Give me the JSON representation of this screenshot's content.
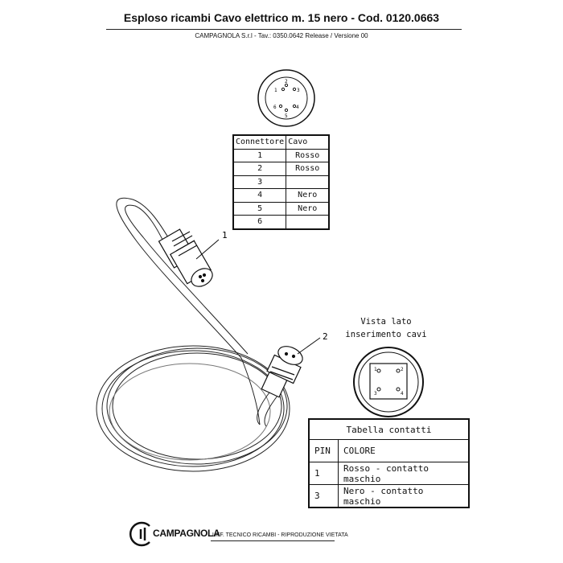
{
  "header": {
    "title": "Esploso ricambi Cavo elettrico m. 15 nero - Cod. 0120.0663",
    "subtitle": "CAMPAGNOLA S.r.l - Tav.: 0350.0642 Release / Versione 00"
  },
  "connector_face": {
    "pins": [
      "1",
      "2",
      "3",
      "4",
      "5",
      "6"
    ]
  },
  "connector_table": {
    "headers": [
      "Connettore",
      "Cavo"
    ],
    "rows": [
      [
        "1",
        "Rosso"
      ],
      [
        "2",
        "Rosso"
      ],
      [
        "3",
        ""
      ],
      [
        "4",
        "Nero"
      ],
      [
        "5",
        "Nero"
      ],
      [
        "6",
        ""
      ]
    ]
  },
  "callouts": [
    "1",
    "2"
  ],
  "view_label": {
    "line1": "Vista lato",
    "line2": "inserimento cavi"
  },
  "socket_face": {
    "pins": [
      "1",
      "2",
      "3",
      "4"
    ]
  },
  "contact_table": {
    "title": "Tabella contatti",
    "header_pin": "PIN",
    "header_color": "COLORE",
    "rows": [
      {
        "pin": "1",
        "color": "Rosso - contatto maschio"
      },
      {
        "pin": "3",
        "color": "Nero - contatto maschio"
      }
    ]
  },
  "footer": {
    "logo_text": "CAMPAGNOLA",
    "text": "UFF. TECNICO RICAMBI - RIPRODUZIONE VIETATA"
  }
}
